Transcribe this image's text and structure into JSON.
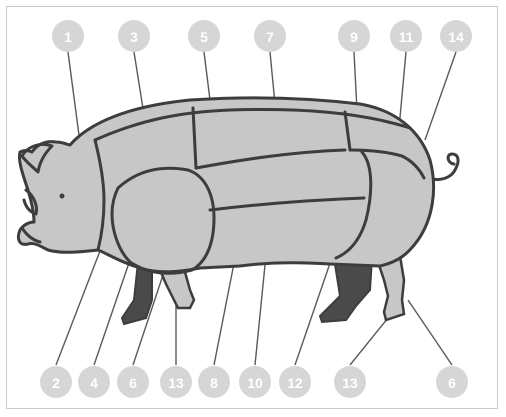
{
  "colors": {
    "cut_fill": "#c7c7c7",
    "outline": "#3d3d3d",
    "badge": "#d6d6d6",
    "hoof": "#4a4a4a"
  },
  "top_labels": [
    "1",
    "3",
    "5",
    "7",
    "9",
    "11",
    "14"
  ],
  "bottom_labels": [
    "2",
    "4",
    "6",
    "13",
    "8",
    "10",
    "12",
    "13",
    "6"
  ]
}
